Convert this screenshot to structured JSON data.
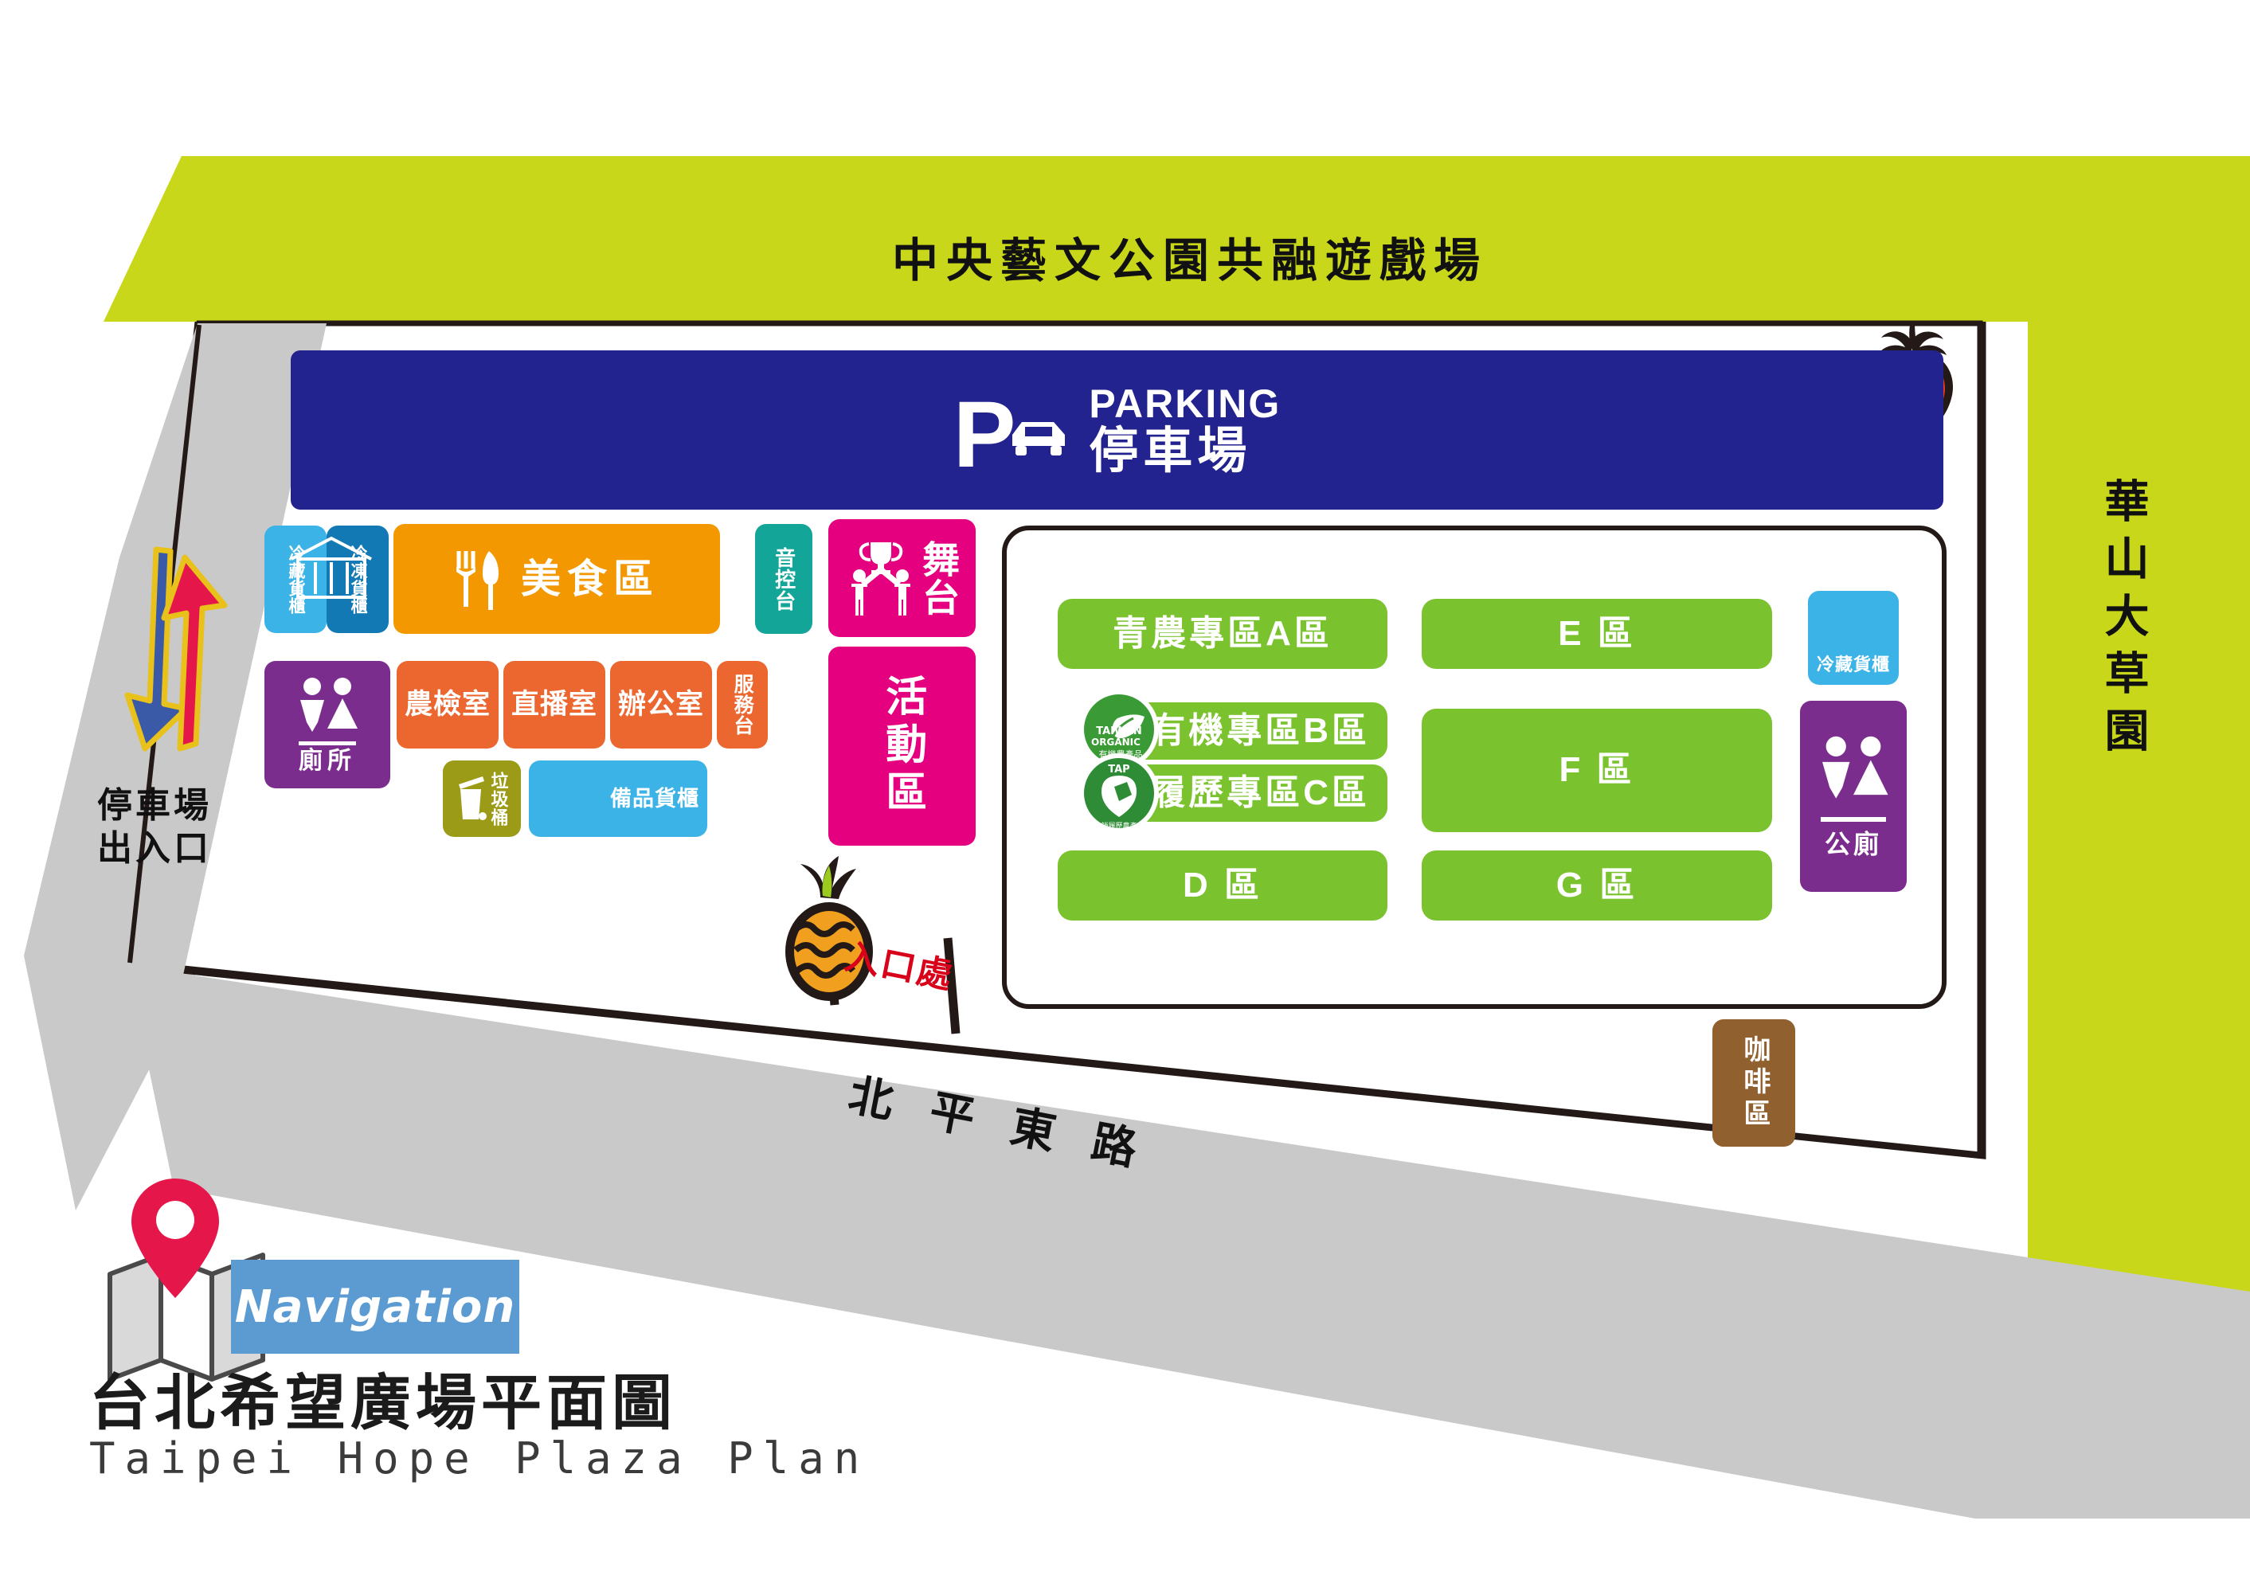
{
  "document": {
    "title_zh": "台北希望廣場平面圖",
    "title_en": "Taipei Hope Plaza Plan",
    "nav_badge": "Navigation"
  },
  "surroundings": {
    "park_banner": "中央藝文公園共融遊戲場",
    "huashan_lawn": "華山大草園",
    "road": "北 平 東 路",
    "parking_exit": "停車場\n出入口",
    "entrance": "入口處"
  },
  "parking": {
    "symbol": "P",
    "label_en": "PARKING",
    "label_zh": "停車場"
  },
  "facilities": [
    {
      "id": "fridge-left",
      "label": "冷藏貨櫃",
      "color": "#3cb3e6",
      "icon": "container-icon",
      "orient": "vertical"
    },
    {
      "id": "freezer-left",
      "label": "冷凍貨櫃",
      "color": "#1279b5",
      "icon": "container-icon",
      "orient": "vertical"
    },
    {
      "id": "food-court",
      "label": "美食區",
      "color": "#f39800",
      "icon": "cutlery-icon",
      "orient": "horizontal"
    },
    {
      "id": "sound-desk",
      "label": "音控台",
      "color": "#12a598",
      "icon": "none",
      "orient": "vertical"
    },
    {
      "id": "stage",
      "label": "舞台",
      "color": "#e5007f",
      "icon": "trophy-icon",
      "orient": "vertical"
    },
    {
      "id": "activity-area",
      "label": "活動區",
      "color": "#e5007f",
      "icon": "none",
      "orient": "vertical"
    },
    {
      "id": "restroom-left",
      "label": "廁所",
      "color": "#7b2d8e",
      "icon": "restroom-icon",
      "orient": "horizontal"
    },
    {
      "id": "inspection-room",
      "label": "農檢室",
      "color": "#ec6730",
      "icon": "none",
      "orient": "horizontal"
    },
    {
      "id": "livestream-room",
      "label": "直播室",
      "color": "#ec6730",
      "icon": "none",
      "orient": "horizontal"
    },
    {
      "id": "office",
      "label": "辦公室",
      "color": "#ec6730",
      "icon": "none",
      "orient": "horizontal"
    },
    {
      "id": "service-desk",
      "label": "服務台",
      "color": "#ec6730",
      "icon": "none",
      "orient": "vertical"
    },
    {
      "id": "trash-bin",
      "label": "垃圾桶",
      "color": "#9b9b17",
      "icon": "trashcan-icon",
      "orient": "vertical"
    },
    {
      "id": "supply-cabinet",
      "label": "備品貨櫃",
      "color": "#3cb3e6",
      "icon": "container-icon",
      "orient": "horizontal"
    },
    {
      "id": "fridge-right",
      "label": "冷藏貨櫃",
      "color": "#3cb3e6",
      "icon": "container-icon",
      "orient": "horizontal"
    },
    {
      "id": "restroom-right",
      "label": "公廁",
      "color": "#7b2d8e",
      "icon": "restroom-icon",
      "orient": "horizontal"
    },
    {
      "id": "coffee-area",
      "label": "咖啡區",
      "color": "#91602f",
      "icon": "none",
      "orient": "vertical"
    }
  ],
  "facility_labels": {
    "fridge_left": "冷藏貨櫃",
    "freezer_left": "冷凍貨櫃",
    "food_court": "美食區",
    "sound_desk": "音控台",
    "stage": "舞台",
    "activity_area": "活動區",
    "restroom_left": "廁所",
    "inspection_room": "農檢室",
    "livestream_room": "直播室",
    "office": "辦公室",
    "service_desk": "服務台",
    "trash_bin": "垃圾桶",
    "supply_cabinet": "備品貨櫃",
    "fridge_right": "冷藏貨櫃",
    "restroom_right": "公廁",
    "coffee_area": "咖啡區"
  },
  "market_zones": {
    "a": "青農專區A區",
    "b": "有機專區B區",
    "c": "履歷專區C區",
    "d": "D 區",
    "e": "E 區",
    "f": "F 區",
    "g": "G 區"
  },
  "certification_badges": {
    "organic": {
      "line1": "TAIWAN",
      "line2": "ORGANIC",
      "line3": "有機農產品"
    },
    "traceability": {
      "line1": "T A P",
      "line2": "產銷履歷農產品"
    }
  },
  "decor_icons": {
    "strawberry": "strawberry-icon",
    "pineapple": "pineapple-icon",
    "map_pin": "map-pin-icon",
    "folded_map": "folded-map-icon",
    "arrow_in": "arrow-down-icon",
    "arrow_out": "arrow-up-icon"
  },
  "colors": {
    "park_green": "#c8d719",
    "parking_blue": "#23238f",
    "road_gray": "#c9c9c9",
    "market_green": "#7ac22e",
    "accent_magenta": "#e5007f",
    "accent_orange": "#f39800",
    "accent_purple": "#7b2d8e",
    "nav_blue": "#5b9bd1",
    "pin_red": "#e5164a",
    "entrance_red": "#d8021a",
    "outline_dark": "#231916"
  }
}
